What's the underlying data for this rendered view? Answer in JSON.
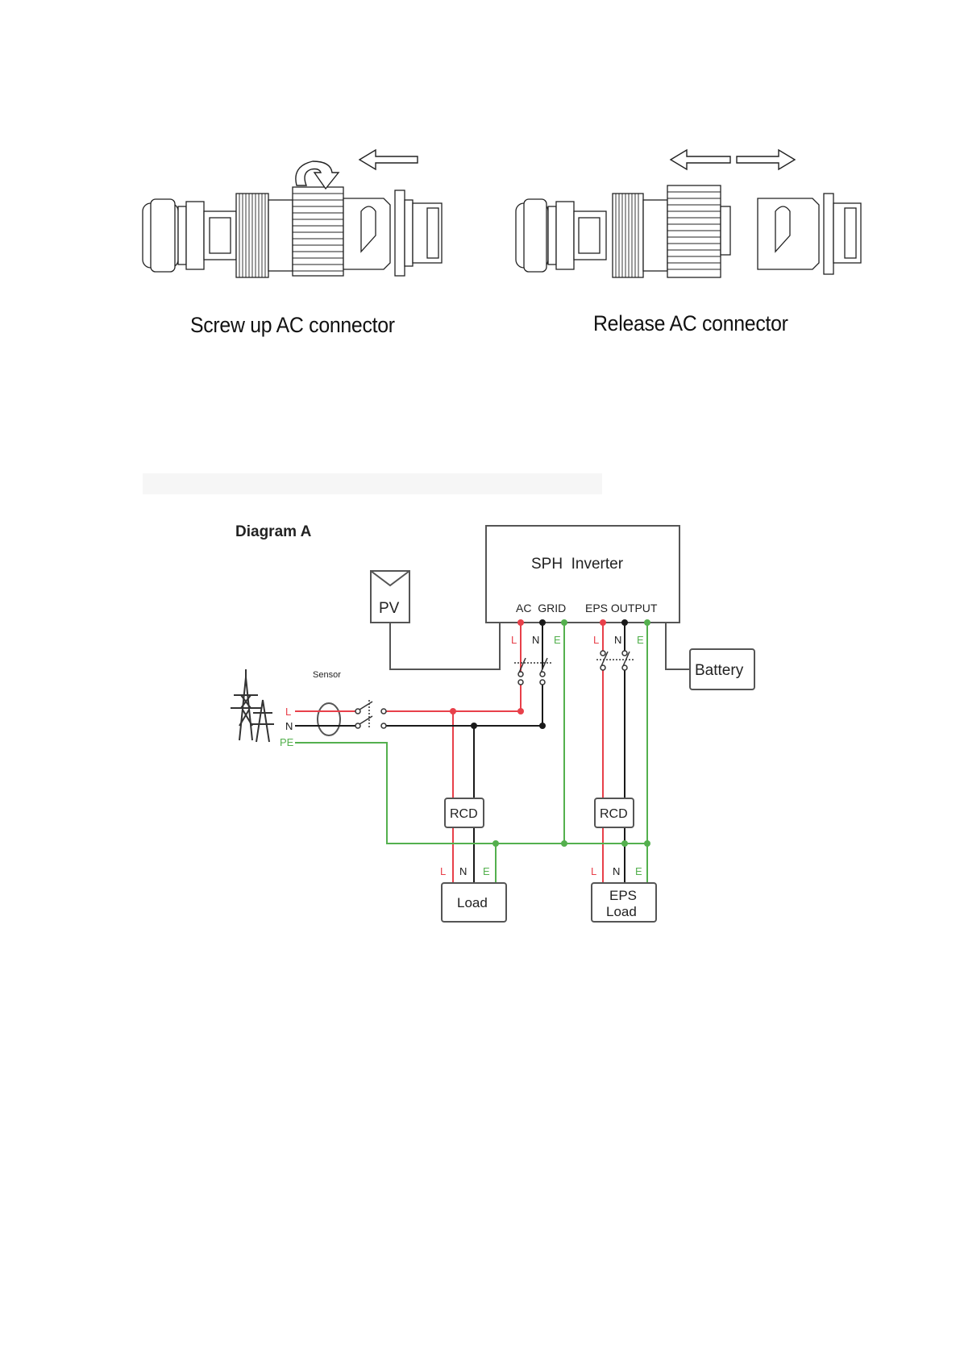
{
  "connector_figures": {
    "left_caption": "Screw up AC connector",
    "right_caption": "Release AC connector",
    "left_arrow_icon": "arrow-left-icon",
    "right_arrow_icons": [
      "arrow-left-icon",
      "arrow-right-icon"
    ],
    "rotate_icon": "rotate-icon"
  },
  "diagram": {
    "title": "Diagram A",
    "inverter": {
      "label": "SPH  Inverter",
      "ac_grid_label": "AC  GRID",
      "eps_output_label": "EPS OUTPUT"
    },
    "pv_label": "PV",
    "battery_label": "Battery",
    "sensor_label": "Sensor",
    "grid_lines": {
      "l": "L",
      "n": "N",
      "pe": "PE"
    },
    "terminals": {
      "l": "L",
      "n": "N",
      "e": "E"
    },
    "rcd_left": "RCD",
    "rcd_right": "RCD",
    "load_label": "Load",
    "eps_load_line1": "EPS",
    "eps_load_line2": "Load",
    "colors": {
      "live": "#e8404a",
      "neutral": "#1a1a1a",
      "earth": "#54b04e",
      "outline": "#555555"
    }
  }
}
